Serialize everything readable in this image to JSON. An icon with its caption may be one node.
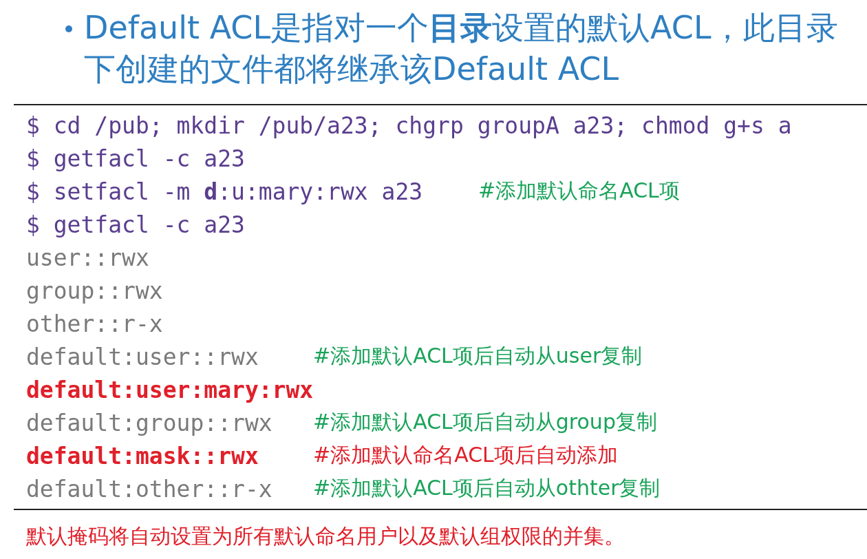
{
  "diagram": {
    "title": "Default ACL是指对一个**目录**设置的默认ACL，此目录下创建的文件都将继承该Default ACL",
    "labels": [
      "$ cd /pub; mkdir /pub/a23; chgrp groupA a23; chmod g+s a",
      "$ getfacl -c a23",
      "$ setfacl -m **d**:u:mary:rwx a23",
      "#添加默认命名ACL项",
      "$ getfacl -c a23",
      "user::rwx",
      "group::rwx",
      "other::r-x",
      "default:user::rwx",
      "#添加默认ACL项后自动从user复制",
      "default:user:mary:rwx",
      "default:group::rwx",
      "#添加默认ACL项后自动从group复制",
      "default:mask::rwx",
      "#添加默认命名ACL项后自动添加",
      "default:other::r-x",
      "#添加默认ACL项后自动从othter复制",
      "默认掩码将自动设置为所有默认命名用户以及默认组权限的并集。"
    ]
  }
}
